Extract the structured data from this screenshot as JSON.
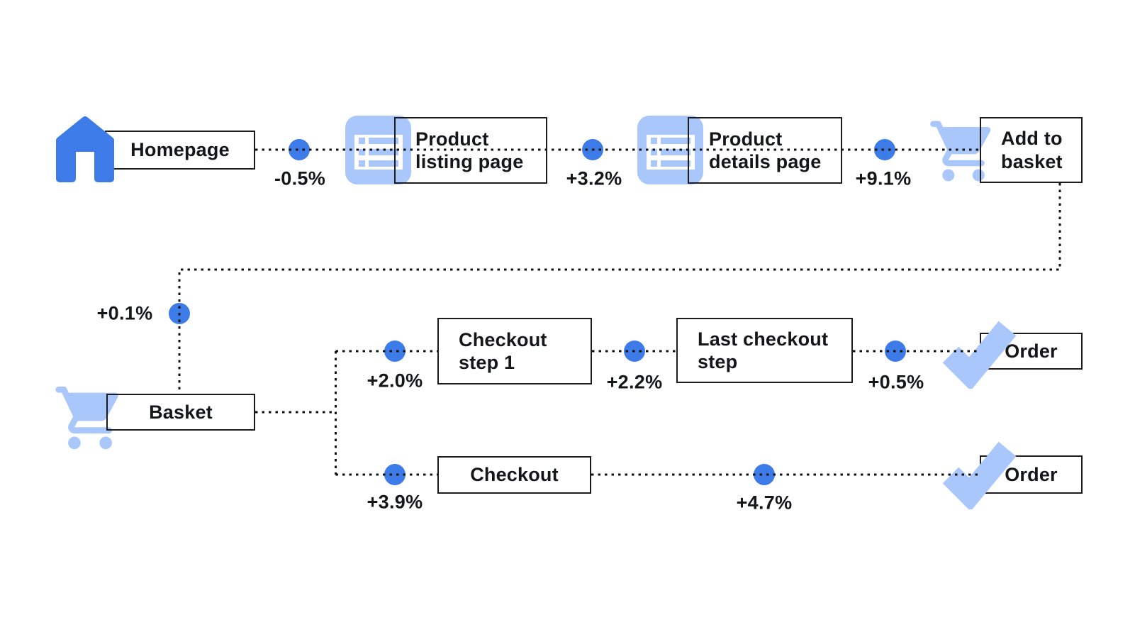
{
  "diagram": {
    "nodes": [
      {
        "id": "homepage",
        "label": "Homepage",
        "icon": "home-icon"
      },
      {
        "id": "product-listing",
        "label": "Product listing page",
        "icon": "list-icon"
      },
      {
        "id": "product-details",
        "label": "Product details page",
        "icon": "list-icon"
      },
      {
        "id": "add-to-basket",
        "label": "Add to basket",
        "icon": "cart-icon"
      },
      {
        "id": "basket",
        "label": "Basket",
        "icon": "cart-icon"
      },
      {
        "id": "checkout-step-1",
        "label": "Checkout step 1",
        "icon": null
      },
      {
        "id": "last-checkout-step",
        "label": "Last checkout step",
        "icon": null
      },
      {
        "id": "order-top",
        "label": "Order",
        "icon": "check-icon"
      },
      {
        "id": "checkout",
        "label": "Checkout",
        "icon": null
      },
      {
        "id": "order-bottom",
        "label": "Order",
        "icon": "check-icon"
      }
    ],
    "edges": [
      {
        "from": "homepage",
        "to": "product-listing",
        "delta": "-0.5%"
      },
      {
        "from": "product-listing",
        "to": "product-details",
        "delta": "+3.2%"
      },
      {
        "from": "product-details",
        "to": "add-to-basket",
        "delta": "+9.1%"
      },
      {
        "from": "add-to-basket",
        "to": "basket",
        "delta": "+0.1%"
      },
      {
        "from": "basket",
        "to": "checkout-step-1",
        "delta": "+2.0%"
      },
      {
        "from": "checkout-step-1",
        "to": "last-checkout-step",
        "delta": "+2.2%"
      },
      {
        "from": "last-checkout-step",
        "to": "order-top",
        "delta": "+0.5%"
      },
      {
        "from": "basket",
        "to": "checkout",
        "delta": "+3.9%"
      },
      {
        "from": "checkout",
        "to": "order-bottom",
        "delta": "+4.7%"
      }
    ],
    "colors": {
      "accent_blue": "#3d7ce8",
      "icon_light_blue": "#a9c7fa",
      "line_black": "#121212",
      "box_border": "#1c1c1e",
      "text": "#151619",
      "background": "#ffffff"
    }
  }
}
